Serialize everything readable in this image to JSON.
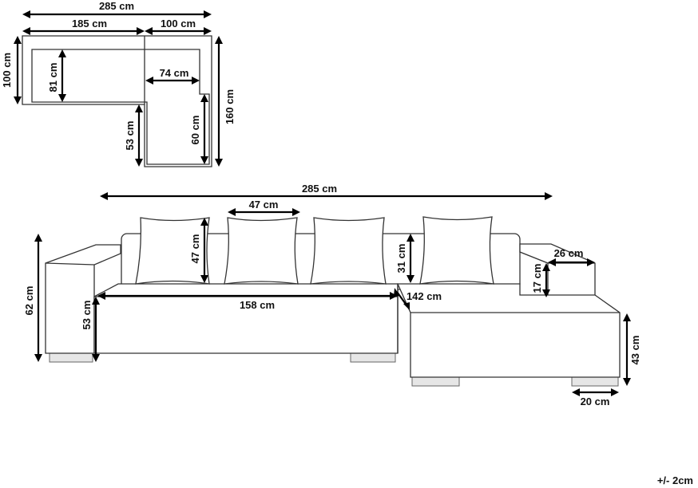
{
  "top_view": {
    "total_width": "285 cm",
    "left_width": "185 cm",
    "right_width": "100 cm",
    "outer_depth": "100 cm",
    "seat_depth": "81 cm",
    "chaise_inner_width": "74 cm",
    "chaise_depth": "160 cm",
    "chaise_length": "53 cm",
    "chaise_seat_length": "60 cm"
  },
  "front_view": {
    "total_width": "285 cm",
    "cushion_width": "47 cm",
    "cushion_height": "47 cm",
    "back_cushion_height": "31 cm",
    "armrest_width": "26 cm",
    "armrest_height": "17 cm",
    "overall_height": "62 cm",
    "seat_height": "53 cm",
    "seat_width": "158 cm",
    "chaise_length": "142 cm",
    "chaise_height": "43 cm",
    "foot_width": "20 cm"
  },
  "tolerance": "+/- 2cm"
}
